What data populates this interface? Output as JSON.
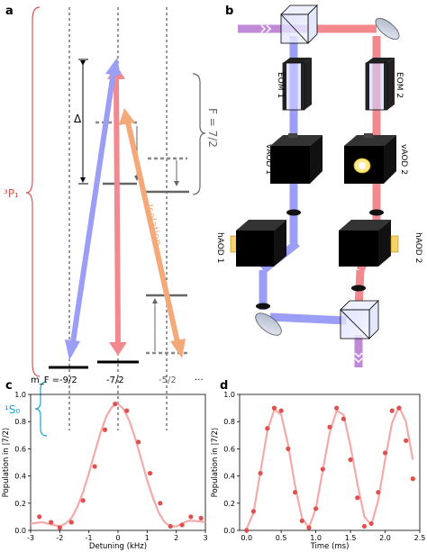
{
  "panels": {
    "a": "a",
    "b": "b",
    "c": "c",
    "d": "d"
  },
  "level_diagram": {
    "p_state_label": "³P₁",
    "s_state_label": "¹S₀",
    "f_label": "F = 7/2",
    "delta_label": "Δ",
    "isolation_label": "Isolation",
    "mf_prefix": "m_F =",
    "mf_labels": [
      "-9/2",
      "-7/2",
      "-5/2",
      "···"
    ],
    "colors": {
      "p_brace": "#d9534f",
      "s_brace": "#1aa3d9",
      "blue_beam": "#9b9ef5",
      "red_beam": "#f2898e",
      "orange_beam": "#f5a878",
      "f_brace": "#666666"
    }
  },
  "optics": {
    "eom1": "EOM 1",
    "eom2": "EOM 2",
    "vaod1": "vAOD 1",
    "vaod2": "vAOD 2",
    "haod1": "hAOD 1",
    "haod2": "hAOD 2"
  },
  "chart_data": [
    {
      "type": "scatter",
      "panel": "c",
      "xlabel": "Detuning (kHz)",
      "ylabel": "Population in |7/2⟩",
      "xlim": [
        -3,
        3
      ],
      "ylim": [
        0,
        1.0
      ],
      "xticks": [
        -3,
        -2,
        -1,
        0,
        1,
        2,
        3
      ],
      "yticks": [
        0.0,
        0.2,
        0.4,
        0.6,
        0.8,
        1.0
      ],
      "points": {
        "x": [
          -2.7,
          -2.3,
          -2.0,
          -1.6,
          -1.2,
          -0.8,
          -0.45,
          -0.1,
          0.3,
          0.7,
          1.1,
          1.45,
          1.8,
          2.2,
          2.5,
          2.85
        ],
        "y": [
          0.1,
          0.06,
          0.02,
          0.06,
          0.22,
          0.47,
          0.74,
          0.93,
          0.88,
          0.65,
          0.42,
          0.2,
          0.03,
          0.04,
          0.1,
          0.09
        ]
      },
      "fit": {
        "x": [
          -3,
          -2.6,
          -2.2,
          -2.0,
          -1.8,
          -1.6,
          -1.4,
          -1.2,
          -1.0,
          -0.8,
          -0.6,
          -0.4,
          -0.2,
          0.0,
          0.2,
          0.4,
          0.6,
          0.8,
          1.0,
          1.2,
          1.4,
          1.6,
          1.8,
          2.0,
          2.2,
          2.4,
          2.6,
          3.0
        ],
        "y": [
          0.05,
          0.06,
          0.04,
          0.03,
          0.05,
          0.09,
          0.17,
          0.28,
          0.42,
          0.57,
          0.72,
          0.84,
          0.91,
          0.93,
          0.89,
          0.8,
          0.67,
          0.52,
          0.37,
          0.24,
          0.13,
          0.06,
          0.03,
          0.03,
          0.05,
          0.07,
          0.07,
          0.06
        ]
      },
      "colors": {
        "points": "#e0504c",
        "fit": "#f2aaaa"
      }
    },
    {
      "type": "scatter",
      "panel": "d",
      "xlabel": "Time (ms)",
      "ylabel": "Population in |7/2⟩",
      "xlim": [
        -0.1,
        2.5
      ],
      "ylim": [
        0,
        1.0
      ],
      "xticks": [
        0.0,
        0.5,
        1.0,
        1.5,
        2.0,
        2.5
      ],
      "yticks": [
        0.0,
        0.2,
        0.4,
        0.6,
        0.8,
        1.0
      ],
      "points": {
        "x": [
          0.0,
          0.1,
          0.2,
          0.3,
          0.4,
          0.5,
          0.6,
          0.7,
          0.8,
          0.9,
          1.0,
          1.1,
          1.2,
          1.3,
          1.4,
          1.5,
          1.6,
          1.7,
          1.8,
          1.9,
          2.0,
          2.1,
          2.2,
          2.3,
          2.4
        ],
        "y": [
          0.0,
          0.14,
          0.42,
          0.75,
          0.9,
          0.88,
          0.6,
          0.28,
          0.07,
          0.02,
          0.16,
          0.45,
          0.76,
          0.9,
          0.82,
          0.52,
          0.24,
          0.03,
          0.05,
          0.28,
          0.57,
          0.88,
          0.9,
          0.66,
          0.38
        ]
      },
      "fit": {
        "x": [
          0.0,
          0.1,
          0.2,
          0.3,
          0.4,
          0.5,
          0.6,
          0.7,
          0.8,
          0.9,
          1.0,
          1.1,
          1.2,
          1.3,
          1.4,
          1.5,
          1.6,
          1.7,
          1.8,
          1.9,
          2.0,
          2.1,
          2.2,
          2.3,
          2.4
        ],
        "y": [
          0.01,
          0.13,
          0.43,
          0.73,
          0.89,
          0.85,
          0.63,
          0.33,
          0.09,
          0.02,
          0.16,
          0.44,
          0.72,
          0.88,
          0.85,
          0.62,
          0.34,
          0.1,
          0.04,
          0.22,
          0.52,
          0.79,
          0.91,
          0.8,
          0.52
        ]
      },
      "colors": {
        "points": "#e0504c",
        "fit": "#f2aaaa"
      }
    }
  ]
}
